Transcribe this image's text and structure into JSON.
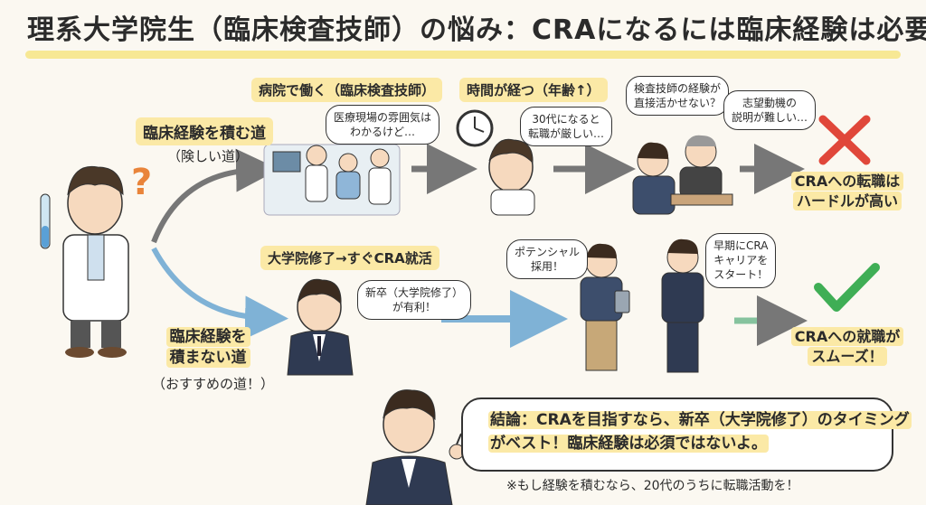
{
  "header": {
    "title": "理系大学院生（臨床検査技師）の悩み：CRAになるには臨床経験は必要？"
  },
  "path_hard": {
    "label": "臨床経験を積む道",
    "sublabel": "（険しい道）",
    "stage1_caption": "病院で働く（臨床検査技師）",
    "stage1_bubble_1": "医療現場の雰囲気は",
    "stage1_bubble_2": "わかるけど…",
    "stage2_caption": "時間が経つ（年齢↑）",
    "stage2_bubble_1": "30代になると",
    "stage2_bubble_2": "転職が厳しい…",
    "stage3_bubble_a_1": "検査技師の経験が",
    "stage3_bubble_a_2": "直接活かせない？",
    "stage3_bubble_b_1": "志望動機の",
    "stage3_bubble_b_2": "説明が難しい…",
    "result_1": "CRAへの転職は",
    "result_2": "ハードルが高い"
  },
  "path_easy": {
    "label_1": "臨床経験を",
    "label_2": "積まない道",
    "sublabel": "（おすすめの道！）",
    "stage1_caption": "大学院修了→すぐCRA就活",
    "stage1_bubble_1": "新卒（大学院修了）",
    "stage1_bubble_2": "が有利！",
    "stage2_bubble_a_1": "ポテンシャル",
    "stage2_bubble_a_2": "採用！",
    "stage2_bubble_b_1": "早期にCRA",
    "stage2_bubble_b_2": "キャリアを",
    "stage2_bubble_b_3": "スタート！",
    "result_1": "CRAへの就職が",
    "result_2": "スムーズ！"
  },
  "conclusion": {
    "line1": "結論：CRAを目指すなら、新卒（大学院修了）のタイミング",
    "line2": "がベスト！臨床経験は必須ではないよ。"
  },
  "footnote": "※もし経験を積むなら、20代のうちに転職活動を！",
  "colors": {
    "highlight": "#fbe9a6",
    "arrow_gray": "#777777",
    "arrow_blue": "#7fb2d6",
    "arrow_green": "#86c39e",
    "cross_red": "#e0473a",
    "check_green": "#3fae55",
    "question_orange": "#e9843a"
  },
  "icons": [
    "cross-icon",
    "check-icon",
    "clock-icon",
    "question-mark-icon"
  ]
}
